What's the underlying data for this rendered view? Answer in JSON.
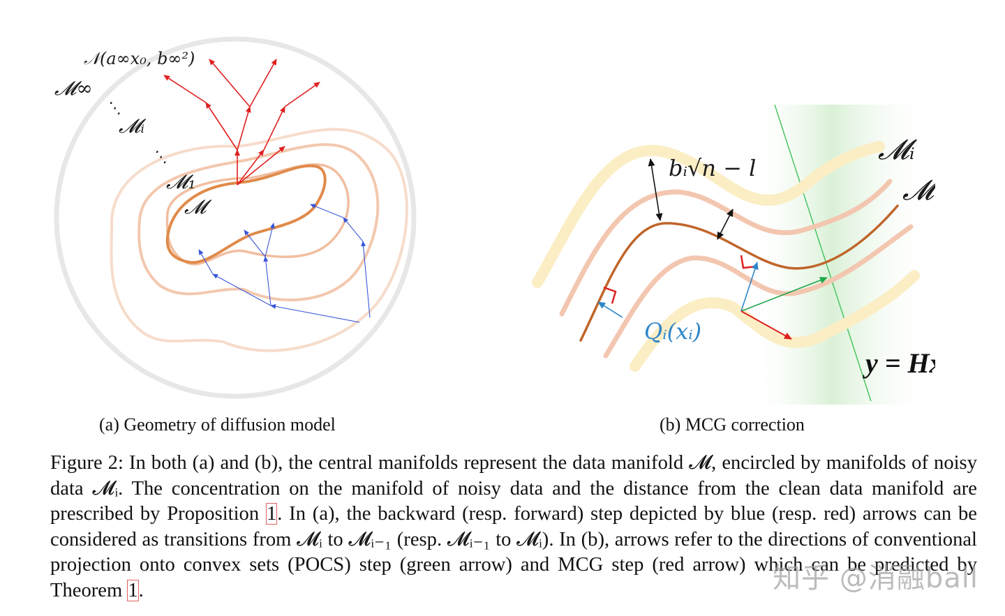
{
  "figure_a": {
    "label_noise": "𝒩(a∞x₀, b∞²)",
    "label_m_inf": "𝓜∞",
    "label_mi": "𝓜ᵢ",
    "label_m1": "𝓜₁",
    "label_m": "𝓜",
    "dots": "⋱",
    "caption": "(a) Geometry of diffusion model",
    "colors": {
      "forward_arrow": "#e02020",
      "backward_arrow": "#3a56d8",
      "manifold": "#e08a4a"
    }
  },
  "figure_b": {
    "label_mi": "𝓜ᵢ",
    "label_m": "𝓜",
    "label_dist": "bᵢ√n − l",
    "label_q": "Qᵢ(xᵢ)",
    "label_eq": "y = Hx",
    "caption": "(b) MCG correction",
    "colors": {
      "pocs_arrow": "#1fa84a",
      "mcg_arrow": "#e02020",
      "projection_arrow": "#2e86c8"
    }
  },
  "caption": {
    "part1": "Figure 2: In both (a) and (b), the central manifolds represent the data manifold 𝓜, encircled by manifolds of noisy data 𝓜ᵢ. The concentration on the manifold of noisy data and the distance from the clean data manifold are prescribed by Proposition ",
    "ref1": "1",
    "part2": ". In (a), the backward (resp. forward) step depicted by blue (resp. red) arrows can be considered as transitions from 𝓜ᵢ to 𝓜ᵢ₋₁ (resp. 𝓜ᵢ₋₁ to 𝓜ᵢ). In (b), arrows refer to the directions of conventional projection onto convex sets (POCS) step (green arrow) and MCG step (red arrow) which can be predicted by Theorem ",
    "ref2": "1",
    "part3": "."
  },
  "watermark": "知乎 @消融ball"
}
